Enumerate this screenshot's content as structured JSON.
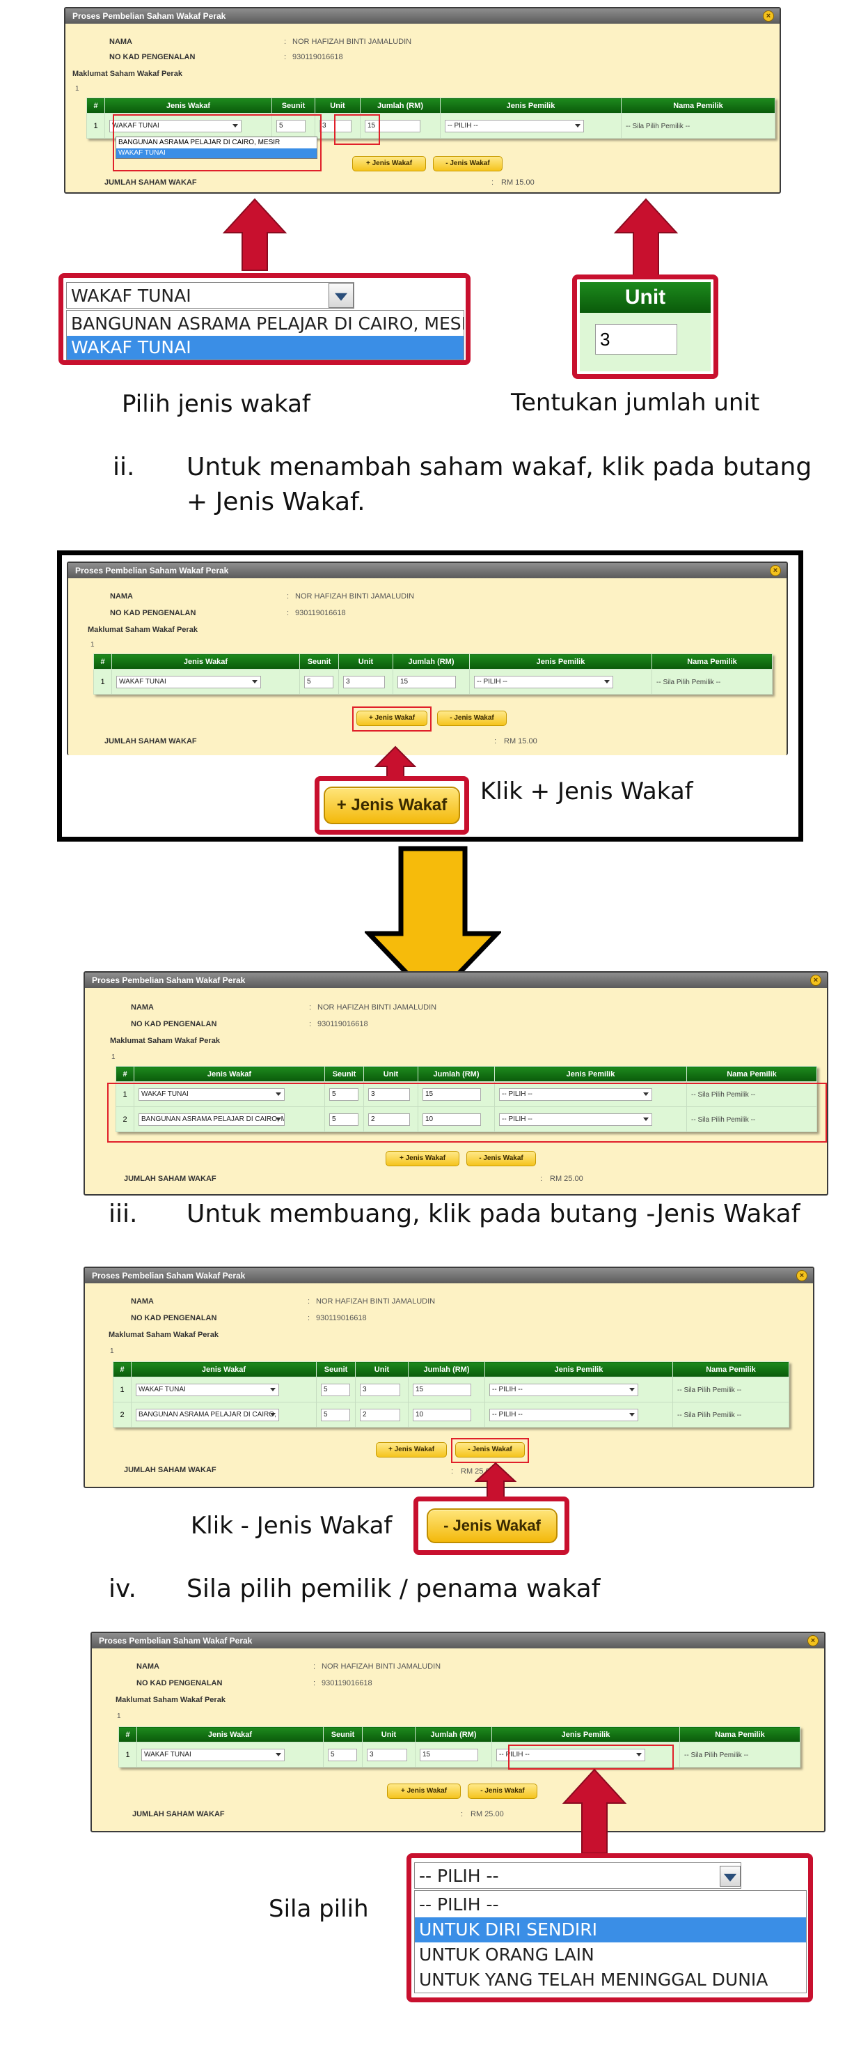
{
  "dialog": {
    "title": "Proses Pembelian Saham Wakaf Perak",
    "close_symbol": "×",
    "name_label": "NAMA",
    "name_value": "NOR HAFIZAH BINTI JAMALUDIN",
    "ic_label": "NO KAD PENGENALAN",
    "ic_value": "930119016618",
    "colon": ":",
    "info_heading": "Maklumat Saham Wakaf Perak",
    "row_count": "1",
    "table_headers": [
      "#",
      "Jenis Wakaf",
      "Seunit",
      "Unit",
      "Jumlah (RM)",
      "Jenis Pemilik",
      "Nama Pemilik"
    ],
    "add_button": "+ Jenis Wakaf",
    "remove_button": "- Jenis Wakaf",
    "total_label": "JUMLAH SAHAM WAKAF",
    "total_15": "RM 15.00",
    "total_25": "RM 25.00",
    "row1": {
      "no": "1",
      "jenis": "WAKAF TUNAI",
      "seunit": "5",
      "unit": "3",
      "jumlah": "15",
      "pemilik": "-- PILIH --",
      "nama": "-- Sila Pilih Pemilik --"
    },
    "row2": {
      "no": "2",
      "jenis": "BANGUNAN ASRAMA PELAJAR DI CAIRO, MESIR",
      "seunit": "5",
      "unit": "2",
      "jumlah": "10",
      "pemilik": "-- PILIH --",
      "nama": "-- Sila Pilih Pemilik --"
    }
  },
  "wakaf_options": [
    "BANGUNAN ASRAMA PELAJAR DI CAIRO, MESIR",
    "WAKAF TUNAI"
  ],
  "zoom_select": {
    "value": "WAKAF TUNAI",
    "option1": "BANGUNAN ASRAMA PELAJAR DI CAIRO, MESIR",
    "option2": "WAKAF TUNAI"
  },
  "zoom_unit": {
    "header": "Unit",
    "value": "3"
  },
  "captions": {
    "pilih_jenis": "Pilih jenis wakaf",
    "tentukan_unit": "Tentukan jumlah unit",
    "klik_tambah": "Klik + Jenis Wakaf",
    "klik_buang": "Klik - Jenis Wakaf",
    "sila_pilih": "Sila pilih"
  },
  "steps": {
    "ii_num": "ii.",
    "ii_text": "Untuk menambah saham wakaf, klik pada butang + Jenis Wakaf.",
    "iii_num": "iii.",
    "iii_text": "Untuk membuang, klik pada butang -Jenis Wakaf",
    "iv_num": "iv.",
    "iv_text": "Sila pilih pemilik / penama wakaf"
  },
  "pemilik_options": [
    "-- PILIH --",
    "UNTUK DIRI SENDIRI",
    "UNTUK ORANG LAIN",
    "UNTUK YANG TELAH MENINGGAL DUNIA"
  ],
  "colors": {
    "title_bar": "#6b6b6b",
    "dialog_bg": "#fdf2c4",
    "grid_header": "#0f6d0f",
    "grid_row": "#def7d6",
    "accent_red": "#c8102e",
    "button_yellow": "#f5c41d",
    "select_blue": "#3a8ee6"
  }
}
